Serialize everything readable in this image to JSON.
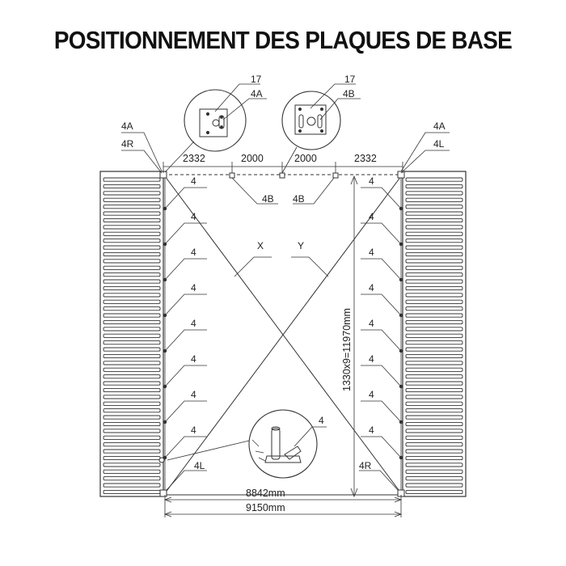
{
  "title": "POSITIONNEMENT DES PLAQUES DE BASE",
  "callouts": {
    "top_left_bubble_17": "17",
    "top_left_bubble_4a": "4A",
    "top_right_bubble_17": "17",
    "top_right_bubble_4b": "4B",
    "corner_tl_a": "4A",
    "corner_tl_b": "4R",
    "corner_tr_a": "4A",
    "corner_tr_b": "4L",
    "mid_4b_left": "4B",
    "mid_4b_right": "4B",
    "diag_x": "X",
    "diag_y": "Y",
    "bottom_left": "4L",
    "bottom_right": "4R",
    "bottom_bubble": "4",
    "plate": "4"
  },
  "dimensions": {
    "top_seg_1": "2332",
    "top_seg_2": "2000",
    "top_seg_3": "2000",
    "top_seg_4": "2332",
    "vertical": "1330x9=11970mm",
    "inner_width": "8842mm",
    "outer_width": "9150mm"
  },
  "colors": {
    "line": "#333333",
    "text": "#222222",
    "background": "#ffffff"
  }
}
